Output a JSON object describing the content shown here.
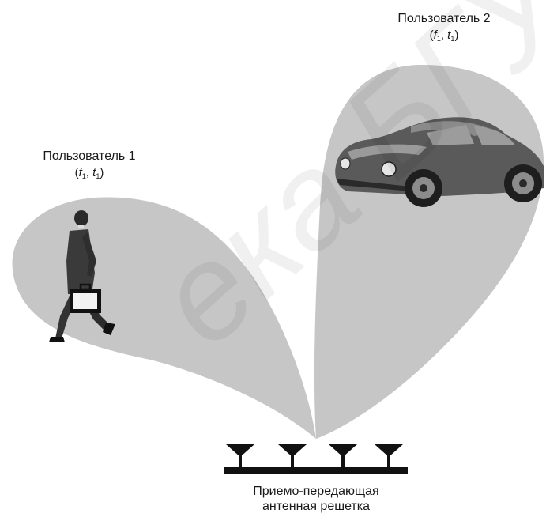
{
  "user1": {
    "name": "Пользователь 1",
    "f_symbol": "f",
    "t_symbol": "t",
    "subscript": "1"
  },
  "user2": {
    "name": "Пользователь 2",
    "f_symbol": "f",
    "t_symbol": "t",
    "subscript": "1"
  },
  "antenna": {
    "line1": "Приемо-передающая",
    "line2": "антенная решетка",
    "element_count": 4
  },
  "watermark": {
    "text": "ека БГУ"
  },
  "colors": {
    "beam": "#c6c6c6",
    "antenna": "#111111",
    "text": "#1a1a1a"
  }
}
